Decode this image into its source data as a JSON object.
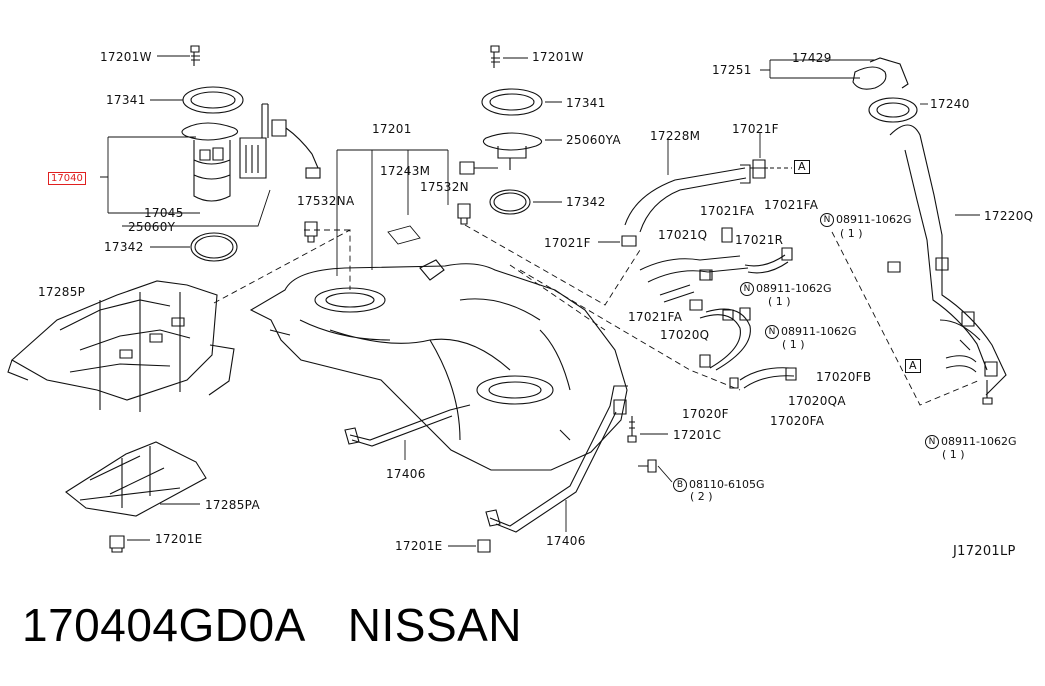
{
  "diagram": {
    "labels": {
      "l_17201w_a": "17201W",
      "l_17341_a": "17341",
      "l_17040": "17040",
      "l_17045": "17045",
      "l_25060y": "25060Y",
      "l_17342_a": "17342",
      "l_17285p": "17285P",
      "l_17285pa": "17285PA",
      "l_17201e_a": "17201E",
      "l_17201w_b": "17201W",
      "l_17341_b": "17341",
      "l_25060ya": "25060YA",
      "l_17342_b": "17342",
      "l_17201": "17201",
      "l_17243m": "17243M",
      "l_17532na": "17532NA",
      "l_17532n": "17532N",
      "l_17406_a": "17406",
      "l_17406_b": "17406",
      "l_17201e_b": "17201E",
      "l_17201c": "17201C",
      "l_17228m": "17228M",
      "l_17021f_a": "17021F",
      "l_17021f_b": "17021F",
      "l_17021fa_a": "17021FA",
      "l_17021fa_b": "17021FA",
      "l_17021fa_c": "17021FA",
      "l_17021q": "17021Q",
      "l_17021r": "17021R",
      "l_17020q": "17020Q",
      "l_17020f": "17020F",
      "l_17020fb": "17020FB",
      "l_17020qa": "17020QA",
      "l_17020fa": "17020FA",
      "l_17251": "17251",
      "l_17429": "17429",
      "l_17240": "17240",
      "l_17220q": "17220Q",
      "ref_code": "J17201LP"
    },
    "circled": {
      "c1_letter": "N",
      "c1_code": "08911-1062G",
      "c1_qty": "( 1 )",
      "c2_letter": "N",
      "c2_code": "08911-1062G",
      "c2_qty": "( 1 )",
      "c3_letter": "N",
      "c3_code": "08911-1062G",
      "c3_qty": "( 1 )",
      "c4_letter": "N",
      "c4_code": "08911-1062G",
      "c4_qty": "( 1 )",
      "c5_letter": "B",
      "c5_code": "08110-6105G",
      "c5_qty": "( 2 )"
    },
    "markers": {
      "a1": "A",
      "a2": "A"
    }
  },
  "caption": {
    "part_number": "170404GD0A",
    "brand": "NISSAN"
  },
  "colors": {
    "highlight": "#e02020",
    "line": "#111111"
  }
}
